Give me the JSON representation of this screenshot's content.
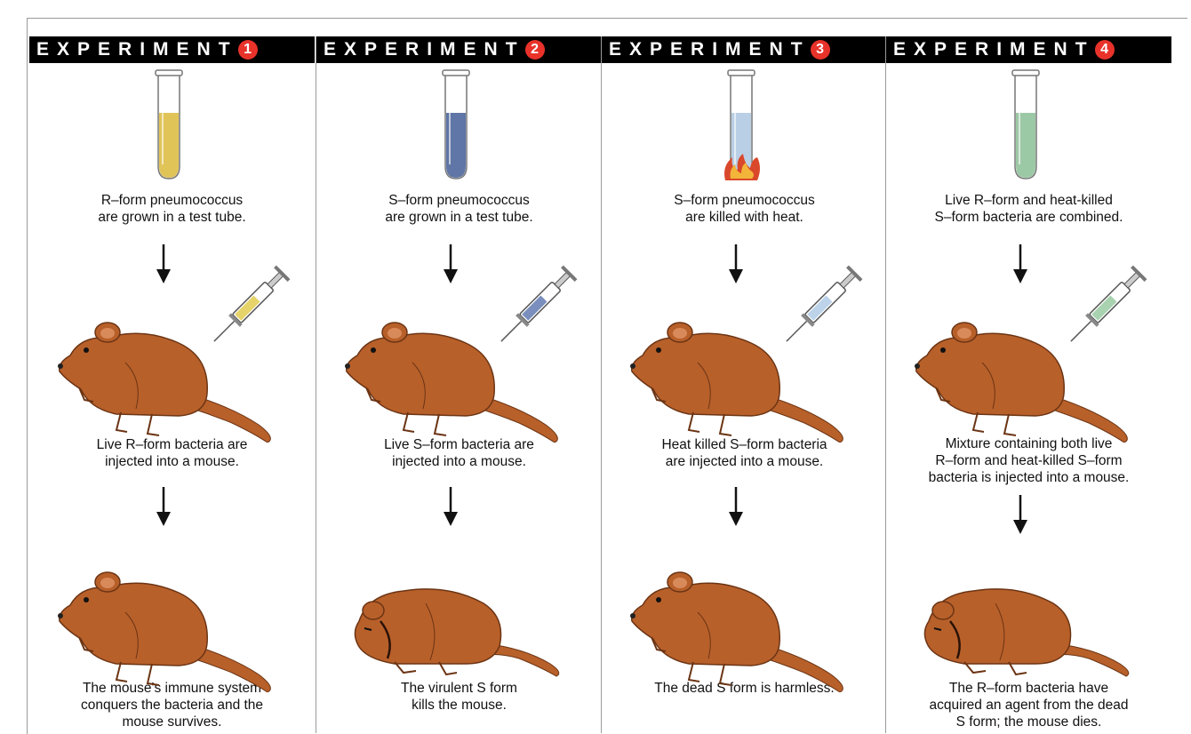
{
  "header_word": "EXPERIMENT",
  "experiments": [
    {
      "number": "1",
      "tube_color": "#e0c458",
      "syringe_color": "#e6d36a",
      "step1": [
        "R–form pneumococcus",
        "are grown in a test tube."
      ],
      "step2": [
        "Live R–form bacteria are",
        "injected into a mouse."
      ],
      "step3": [
        "The mouse's immune system",
        "conquers the bacteria and the",
        "mouse survives."
      ],
      "outcome": "alive"
    },
    {
      "number": "2",
      "tube_color": "#5f76a6",
      "syringe_color": "#7a8fbd",
      "step1": [
        "S–form pneumococcus",
        "are grown in a test tube."
      ],
      "step2": [
        "Live S–form bacteria are",
        "injected into a mouse."
      ],
      "step3": [
        "The virulent S form",
        "kills the mouse."
      ],
      "outcome": "dead"
    },
    {
      "number": "3",
      "tube_color": "#b9cfe6",
      "syringe_color": "#bcd3ea",
      "step1": [
        "S–form pneumococcus",
        "are killed with heat."
      ],
      "step2": [
        "Heat killed S–form bacteria",
        "are injected into a mouse."
      ],
      "step3": [
        "The dead S form is harmless."
      ],
      "outcome": "alive"
    },
    {
      "number": "4",
      "tube_color": "#9cc9a5",
      "syringe_color": "#a8d2b0",
      "step1": [
        "Live R–form and heat-killed",
        "S–form bacteria are combined."
      ],
      "step2": [
        "Mixture containing both live",
        "R–form and heat-killed S–form",
        "bacteria is injected into a mouse."
      ],
      "step3": [
        "The R–form bacteria have",
        "acquired an agent from the dead",
        "S form; the mouse dies."
      ],
      "outcome": "dead"
    }
  ],
  "colors": {
    "mouse_body": "#b8602a",
    "mouse_outline": "#6b3414",
    "flame": "#f3b43a",
    "flame_outer": "#d9482a",
    "number_badge": "#e8322a"
  }
}
